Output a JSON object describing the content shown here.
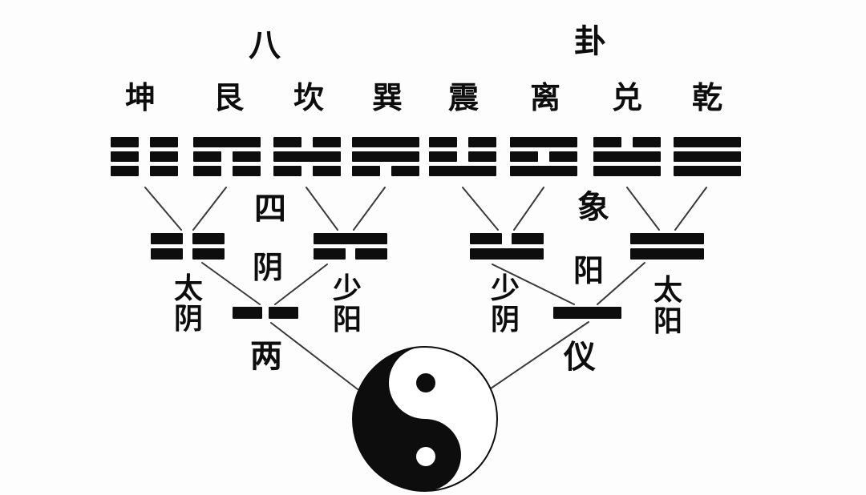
{
  "diagram_title": "八卦",
  "colors": {
    "ink": "#0d0d0d",
    "connector_line": "#3a3a3a",
    "background": "#fdfdfd",
    "taiji_black": "#0d0d0d",
    "taiji_white": "#ffffff"
  },
  "captions": {
    "bagua": {
      "left": "八",
      "right": "卦"
    },
    "sixiang": {
      "left": "四",
      "right": "象"
    },
    "liangyi": {
      "left": "两",
      "right": "仪"
    }
  },
  "trigrams": [
    {
      "id": "kun",
      "name": "坤",
      "lines_top_to_bottom": [
        "broken",
        "broken",
        "broken"
      ]
    },
    {
      "id": "gen",
      "name": "艮",
      "lines_top_to_bottom": [
        "solid",
        "broken",
        "broken"
      ]
    },
    {
      "id": "kan",
      "name": "坎",
      "lines_top_to_bottom": [
        "broken",
        "solid",
        "broken"
      ]
    },
    {
      "id": "xun",
      "name": "巽",
      "lines_top_to_bottom": [
        "solid",
        "solid",
        "broken"
      ]
    },
    {
      "id": "zhen",
      "name": "震",
      "lines_top_to_bottom": [
        "broken",
        "broken",
        "solid"
      ]
    },
    {
      "id": "li",
      "name": "离",
      "lines_top_to_bottom": [
        "solid",
        "broken",
        "solid"
      ]
    },
    {
      "id": "dui",
      "name": "兑",
      "lines_top_to_bottom": [
        "broken",
        "solid",
        "solid"
      ]
    },
    {
      "id": "qian",
      "name": "乾",
      "lines_top_to_bottom": [
        "solid",
        "solid",
        "solid"
      ]
    }
  ],
  "four_images": [
    {
      "id": "taiyin",
      "name": "太阴",
      "chars": [
        "太",
        "阴"
      ],
      "lines_top_to_bottom": [
        "broken",
        "broken"
      ]
    },
    {
      "id": "shaoyang",
      "name": "少阳",
      "chars": [
        "少",
        "阳"
      ],
      "lines_top_to_bottom": [
        "solid",
        "broken"
      ]
    },
    {
      "id": "shaoyin",
      "name": "少阴",
      "chars": [
        "少",
        "阴"
      ],
      "lines_top_to_bottom": [
        "broken",
        "solid"
      ]
    },
    {
      "id": "taiyang",
      "name": "太阳",
      "chars": [
        "太",
        "阳"
      ],
      "lines_top_to_bottom": [
        "solid",
        "solid"
      ]
    }
  ],
  "two_forms": [
    {
      "id": "yin",
      "name": "阴",
      "line": "broken"
    },
    {
      "id": "yang",
      "name": "阳",
      "line": "solid"
    }
  ],
  "taiji": {
    "id": "taiji",
    "meaning": "taiji (yin-yang) symbol"
  }
}
